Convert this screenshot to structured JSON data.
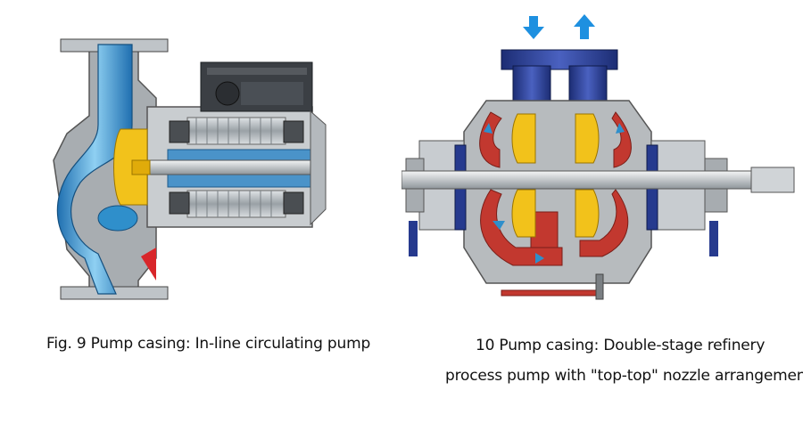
{
  "figures": [
    {
      "caption": "Fig. 9 Pump casing: In-line circulating pump",
      "colors": {
        "casing_grey": "#a8adb1",
        "water_blue": "#2f8fcb",
        "impeller_yellow": "#f2c21b",
        "motor_dark": "#3b3f44",
        "accent_red": "#d8262a"
      }
    },
    {
      "caption_line1": "10 Pump casing: Double-stage refinery",
      "caption_line2": "process pump with \"top-top\" nozzle arrangement",
      "arrows": [
        "down-arrow-icon",
        "up-arrow-icon"
      ],
      "colors": {
        "casing_grey": "#b7bbbe",
        "nozzle_blue": "#263a8e",
        "fluid_red": "#c2382f",
        "impeller_yellow": "#f2c21b",
        "arrow_blue": "#1e90e0"
      }
    }
  ]
}
